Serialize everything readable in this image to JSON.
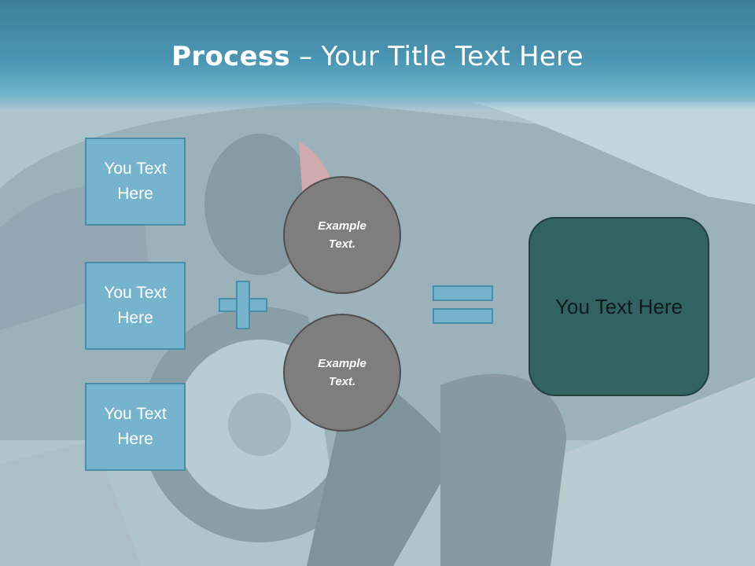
{
  "slide": {
    "title_bold": "Process",
    "title_rest": " – Your Title Text Here",
    "left_boxes": [
      {
        "label": "You Text Here"
      },
      {
        "label": "You Text Here"
      },
      {
        "label": "You Text Here"
      }
    ],
    "circles": [
      {
        "label": "Example Text."
      },
      {
        "label": "Example Text."
      }
    ],
    "result": {
      "label": "You Text Here"
    },
    "icons": {
      "operator_1": "plus-icon",
      "operator_2": "equals-icon"
    },
    "colors": {
      "title_band": "#4b96b3",
      "box_fill": "#75b4cc",
      "circle_fill": "#7e7e7e",
      "result_fill": "#336262"
    }
  }
}
